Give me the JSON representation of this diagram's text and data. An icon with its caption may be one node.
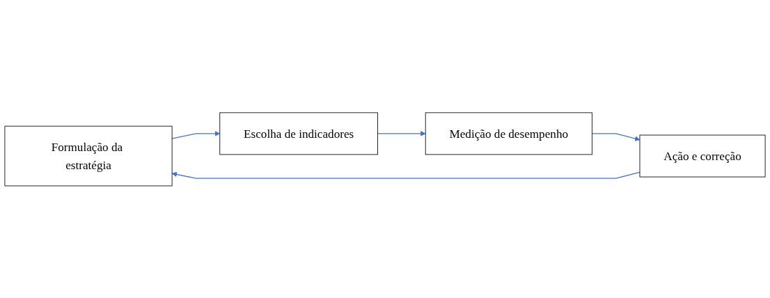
{
  "diagram": {
    "nodes": [
      {
        "text": [
          "Formulação da estratégia"
        ]
      },
      {
        "text": [
          "Escolha de indicadores"
        ]
      },
      {
        "text": [
          "Medição de desempenho"
        ]
      },
      {
        "text": [
          "Ação e correção"
        ]
      }
    ],
    "edges": [
      {
        "from": 0,
        "to": 1,
        "arrow": "to"
      },
      {
        "from": 1,
        "to": 2,
        "arrow": "to"
      },
      {
        "from": 2,
        "to": 3,
        "arrow": "to"
      },
      {
        "from": 3,
        "to": 0,
        "arrow": "to"
      }
    ]
  }
}
